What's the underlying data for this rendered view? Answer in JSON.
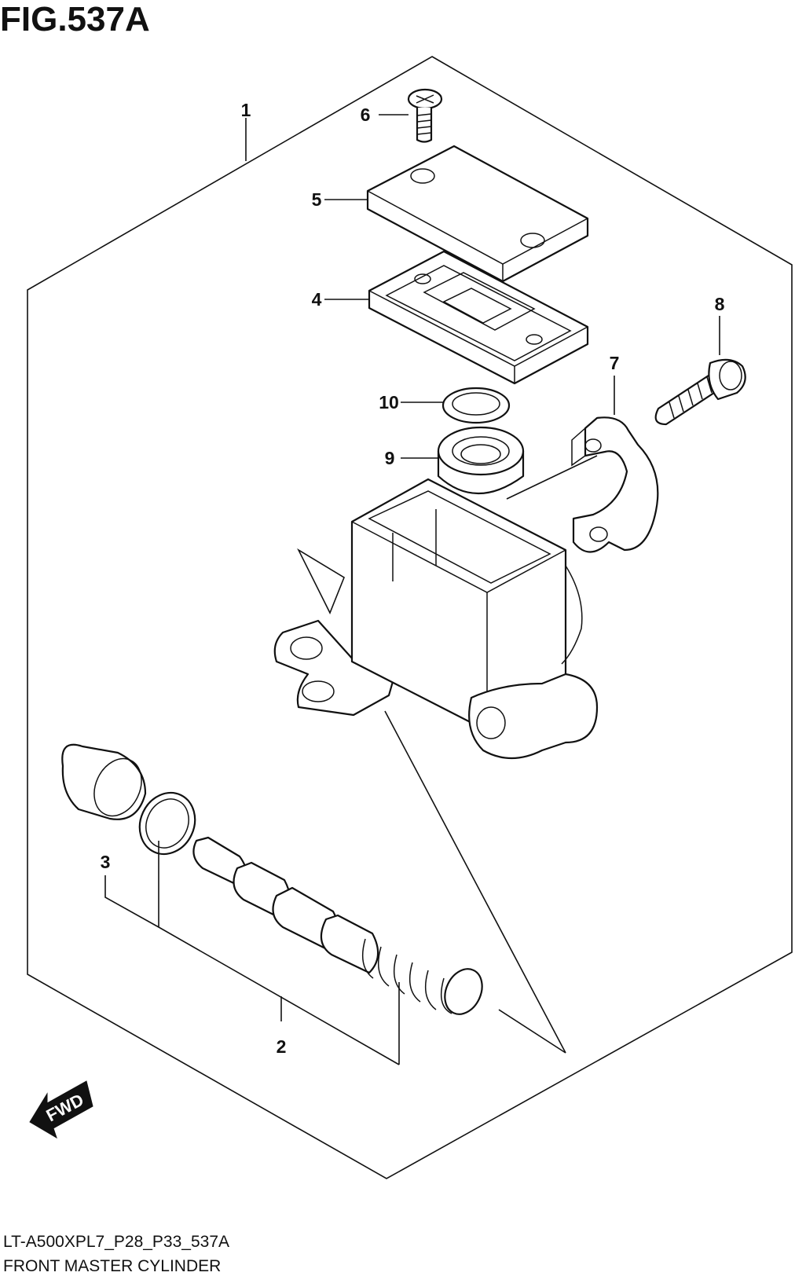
{
  "figure": {
    "title": "FIG.537A",
    "model_code": "LT-A500XPL7_P28_P33_537A",
    "name": "FRONT MASTER CYLINDER"
  },
  "callouts": [
    "1",
    "2",
    "3",
    "4",
    "5",
    "6",
    "7",
    "8",
    "9",
    "10"
  ],
  "direction_marker": {
    "label": "FWD",
    "icon": "fwd-arrow-icon"
  }
}
